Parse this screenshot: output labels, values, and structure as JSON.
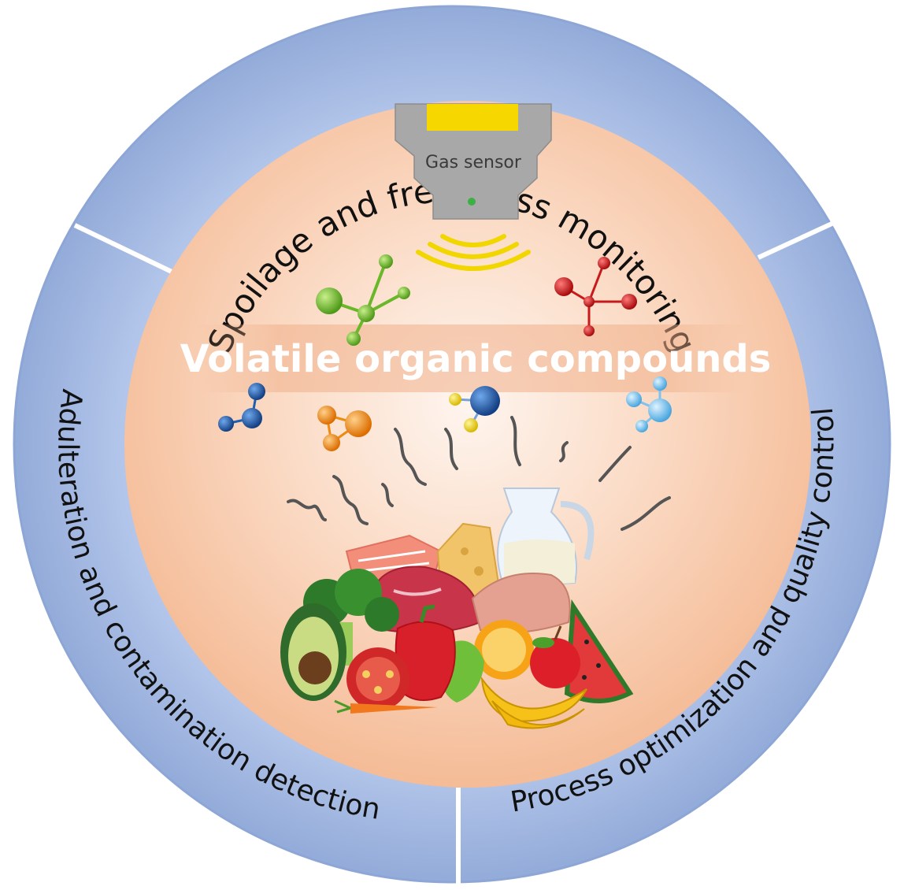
{
  "segments": [
    {
      "label": "Spoilage and freshness monitoring"
    },
    {
      "label": "Process optimization and quality control"
    },
    {
      "label": "Adulteration and contamination detection"
    }
  ],
  "center": {
    "title": "Volatile organic compounds",
    "sensor_label": "Gas sensor"
  },
  "colors": {
    "ring": "#9fb6e0",
    "ring_outline": "#8ea6d6",
    "inner_light": "#fdf1ea",
    "inner_peach": "#f6c4a2",
    "sensor_body": "#a6a6a6",
    "sensor_window": "#f7d700",
    "sensor_led": "#3cb043",
    "signal_waves": "#f1d600",
    "molecule_green": "#7ec832",
    "molecule_red": "#d62020",
    "molecule_blue": "#1f5fb0",
    "molecule_orange": "#f39018",
    "molecule_yellow": "#f2d61a",
    "molecule_light_blue": "#7fc3ec",
    "odor_lines": "#555555"
  },
  "icons": [
    "gas-sensor-icon",
    "signal-waves-icon",
    "molecule-icon",
    "odor-lines-icon",
    "food-group-icon"
  ]
}
